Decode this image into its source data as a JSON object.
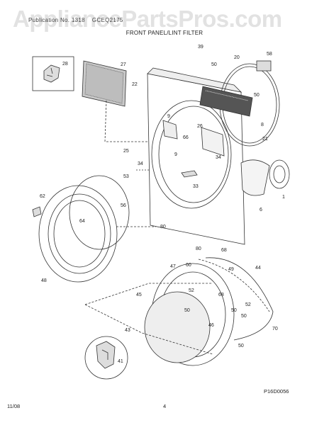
{
  "watermark": "AppliancePartsPros.com",
  "header": {
    "left": "Publication No. 1318",
    "model": "GCEQ2175"
  },
  "title": "FRONT PANEL/LINT FILTER",
  "footer": {
    "date": "11/08",
    "page": "4",
    "code": "P16D0056"
  },
  "callouts": [
    "39",
    "20",
    "58",
    "50",
    "28",
    "27",
    "22",
    "50",
    "8",
    "26",
    "9",
    "66",
    "9",
    "25",
    "21",
    "34",
    "34",
    "53",
    "33",
    "62",
    "6",
    "1",
    "56",
    "64",
    "80",
    "80",
    "68",
    "48",
    "47",
    "60",
    "49",
    "44",
    "45",
    "52",
    "68",
    "50",
    "50",
    "52",
    "50",
    "46",
    "70",
    "43",
    "50",
    "41"
  ]
}
